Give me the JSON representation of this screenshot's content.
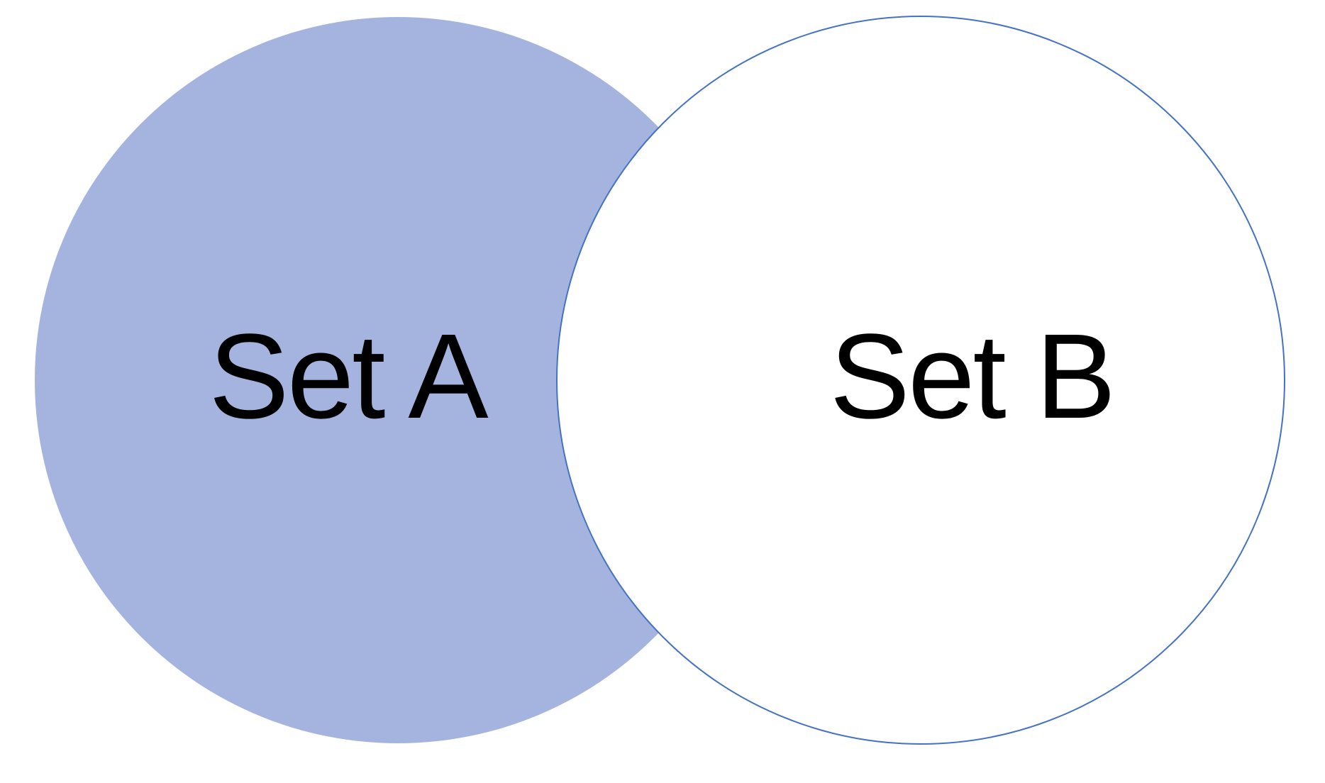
{
  "diagram": {
    "kind": "venn-two-sets",
    "background_color": "#ffffff",
    "text_color": "#000000",
    "set_a": {
      "label": "Set A",
      "fill": "#a5b4de",
      "border_color": "none"
    },
    "set_b": {
      "label": "Set B",
      "fill": "#ffffff",
      "border_color": "#4472c4"
    }
  }
}
